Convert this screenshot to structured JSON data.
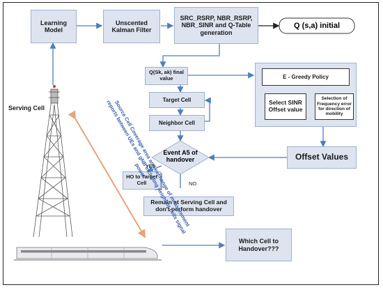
{
  "nodes": {
    "learning_model": "Learning Model",
    "ukf": "Unscented Kalman Filter",
    "generation": "SRC_RSRP, NBR_RSRP, NBR_SINR and Q-Table generation",
    "q_initial": "Q (s,a) initial",
    "q_final": "Q(Sk, ak) final value",
    "egreedy": "E - Greedy Policy",
    "select_sinr": "Select SINR Offset value",
    "freq_error": "Selection of Frequency error for direction of mobility",
    "target_cell": "Target Cell",
    "neighbor_cell": "Neighbor Cell",
    "event_a5": "Event A5 of handover",
    "offset_values": "Offset Values",
    "ho_target": "HO to Target Cell",
    "remain": "Remain at Serving Cell and don't perform handover",
    "which_cell": "Which Cell to Handover???"
  },
  "labels": {
    "serving_cell": "Serving Cell",
    "yes": "YES",
    "no": "NO",
    "coverage_text": "Source Cell Coverage area and exchange of measurement reports between UEs and gNB including neighbor cells signal power"
  },
  "colors": {
    "box_fill": "#dde4f0",
    "box_border": "#9fb0cc",
    "arrow": "#4f7fb8",
    "coverage_text": "#3b5fa8",
    "coverage_arrow": "#e8a37a"
  }
}
